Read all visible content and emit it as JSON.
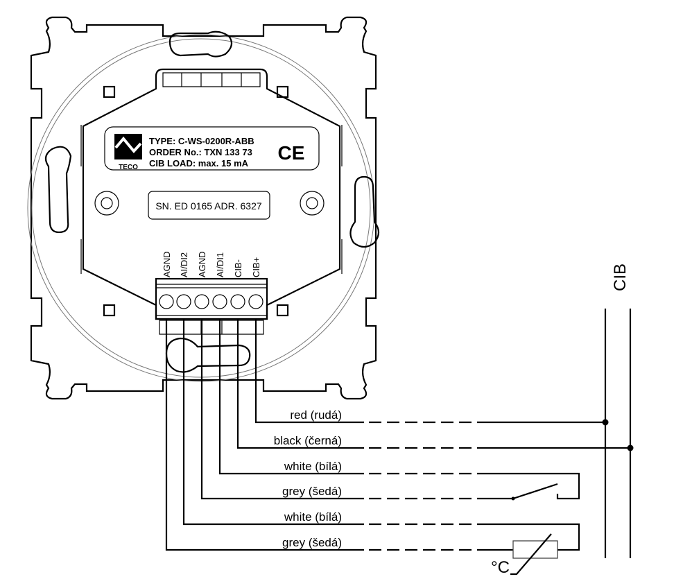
{
  "device": {
    "label": {
      "type": "TYPE: C-WS-0200R-ABB",
      "order": "ORDER No.: TXN 133 73",
      "load": "CIB LOAD: max. 15 mA",
      "brand": "TECO",
      "certification": "CE"
    },
    "serial": "SN. ED 0165 ADR. 6327",
    "terminals": [
      "AGND",
      "AI/DI2",
      "AGND",
      "AI/DI1",
      "CIB-",
      "CIB+"
    ]
  },
  "wires": [
    {
      "label": "red (rudá)",
      "terminal": "CIB+",
      "connects_to": "CIB bus line 1"
    },
    {
      "label": "black (černá)",
      "terminal": "CIB-",
      "connects_to": "CIB bus line 2"
    },
    {
      "label": "white (bílá)",
      "terminal": "AI/DI1",
      "connects_to": "switch"
    },
    {
      "label": "grey (šedá)",
      "terminal": "AGND",
      "connects_to": "switch"
    },
    {
      "label": "white (bílá)",
      "terminal": "AI/DI2",
      "connects_to": "temperature sensor"
    },
    {
      "label": "grey (šedá)",
      "terminal": "AGND",
      "connects_to": "temperature sensor"
    }
  ],
  "bus": {
    "label": "CIB"
  },
  "sensor": {
    "unit_label": "°C"
  }
}
